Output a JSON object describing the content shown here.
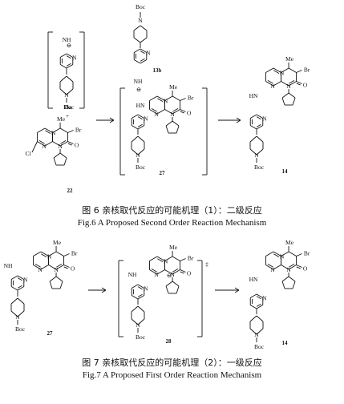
{
  "figure6": {
    "caption_cn": "图 6   亲核取代反应的可能机理（1）：二级反应",
    "caption_en": "Fig.6   A Proposed Second Order Reaction Mechanism",
    "plus": "+",
    "compounds": {
      "c13a": "13a",
      "c22": "22",
      "c13b": "13b",
      "c27": "27",
      "c14": "14"
    }
  },
  "figure7": {
    "caption_cn": "图 7   亲核取代反应的可能机理（2）：一级反应",
    "caption_en": "Fig.7   A Proposed First Order Reaction Mechanism",
    "transition_mark": "‡",
    "compounds": {
      "c27": "27",
      "c28": "28",
      "c14": "14"
    }
  },
  "atoms": {
    "boc": "Boc",
    "me": "Me",
    "br": "Br",
    "n": "N",
    "o": "O",
    "cl": "Cl",
    "nh": "NH",
    "hn": "HN",
    "minus": "⊖"
  }
}
